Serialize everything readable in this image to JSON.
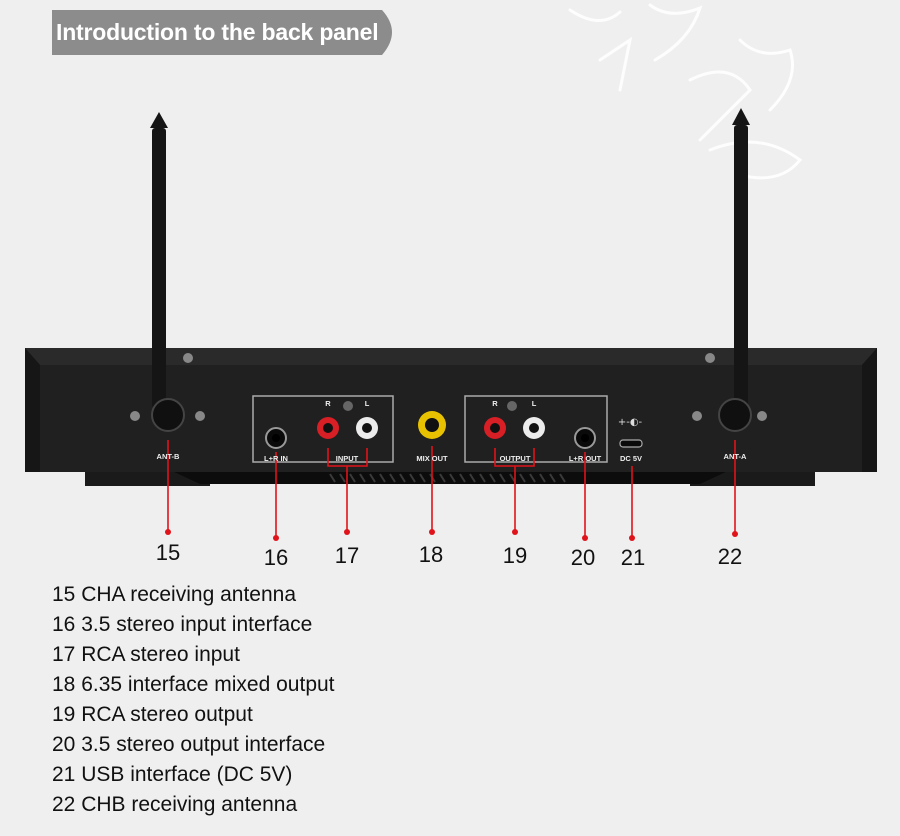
{
  "banner": {
    "title": "Introduction to the back panel"
  },
  "panel_labels": {
    "ant_b": "ANT-B",
    "lr_in": "L+R IN",
    "input": "INPUT",
    "input_r": "R",
    "input_l": "L",
    "mix_out": "MIX OUT",
    "output": "OUTPUT",
    "output_r": "R",
    "output_l": "L",
    "lr_out": "L+R OUT",
    "dc": "DC 5V",
    "ant_a": "ANT-A"
  },
  "callouts": [
    "15",
    "16",
    "17",
    "18",
    "19",
    "20",
    "21",
    "22"
  ],
  "legend": [
    "15 CHA receiving antenna",
    "16 3.5 stereo input interface",
    "17 RCA stereo input",
    "18 6.35 interface mixed output",
    "19 RCA stereo output",
    "20 3.5 stereo output interface",
    "21 USB interface (DC 5V)",
    "22 CHB receiving antenna"
  ],
  "colors": {
    "accent_red": "#e0131a",
    "banner_gray": "#8c8c8c",
    "device_black": "#1c1c1c"
  }
}
